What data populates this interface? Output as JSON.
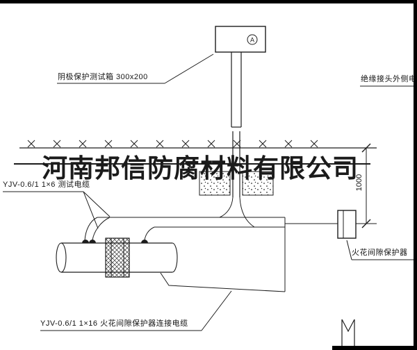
{
  "watermark": {
    "text": "河南邦信防腐材料有限公司"
  },
  "labels": {
    "test_box": "阴极保护测试箱 300x200",
    "outer_cable": "绝缘接头外侧电缆",
    "test_cable": "YJV-0.6/1  1×6  测试电缆",
    "spark_gap_protector": "火花间隙保护器",
    "connection_cable": "YJV-0.6/1  1×16  火花间隙保护器连接电缆",
    "dimension_1000": "1000",
    "meter": "A"
  },
  "colors": {
    "line": "#1c1c1c",
    "background": "#ffffff"
  }
}
